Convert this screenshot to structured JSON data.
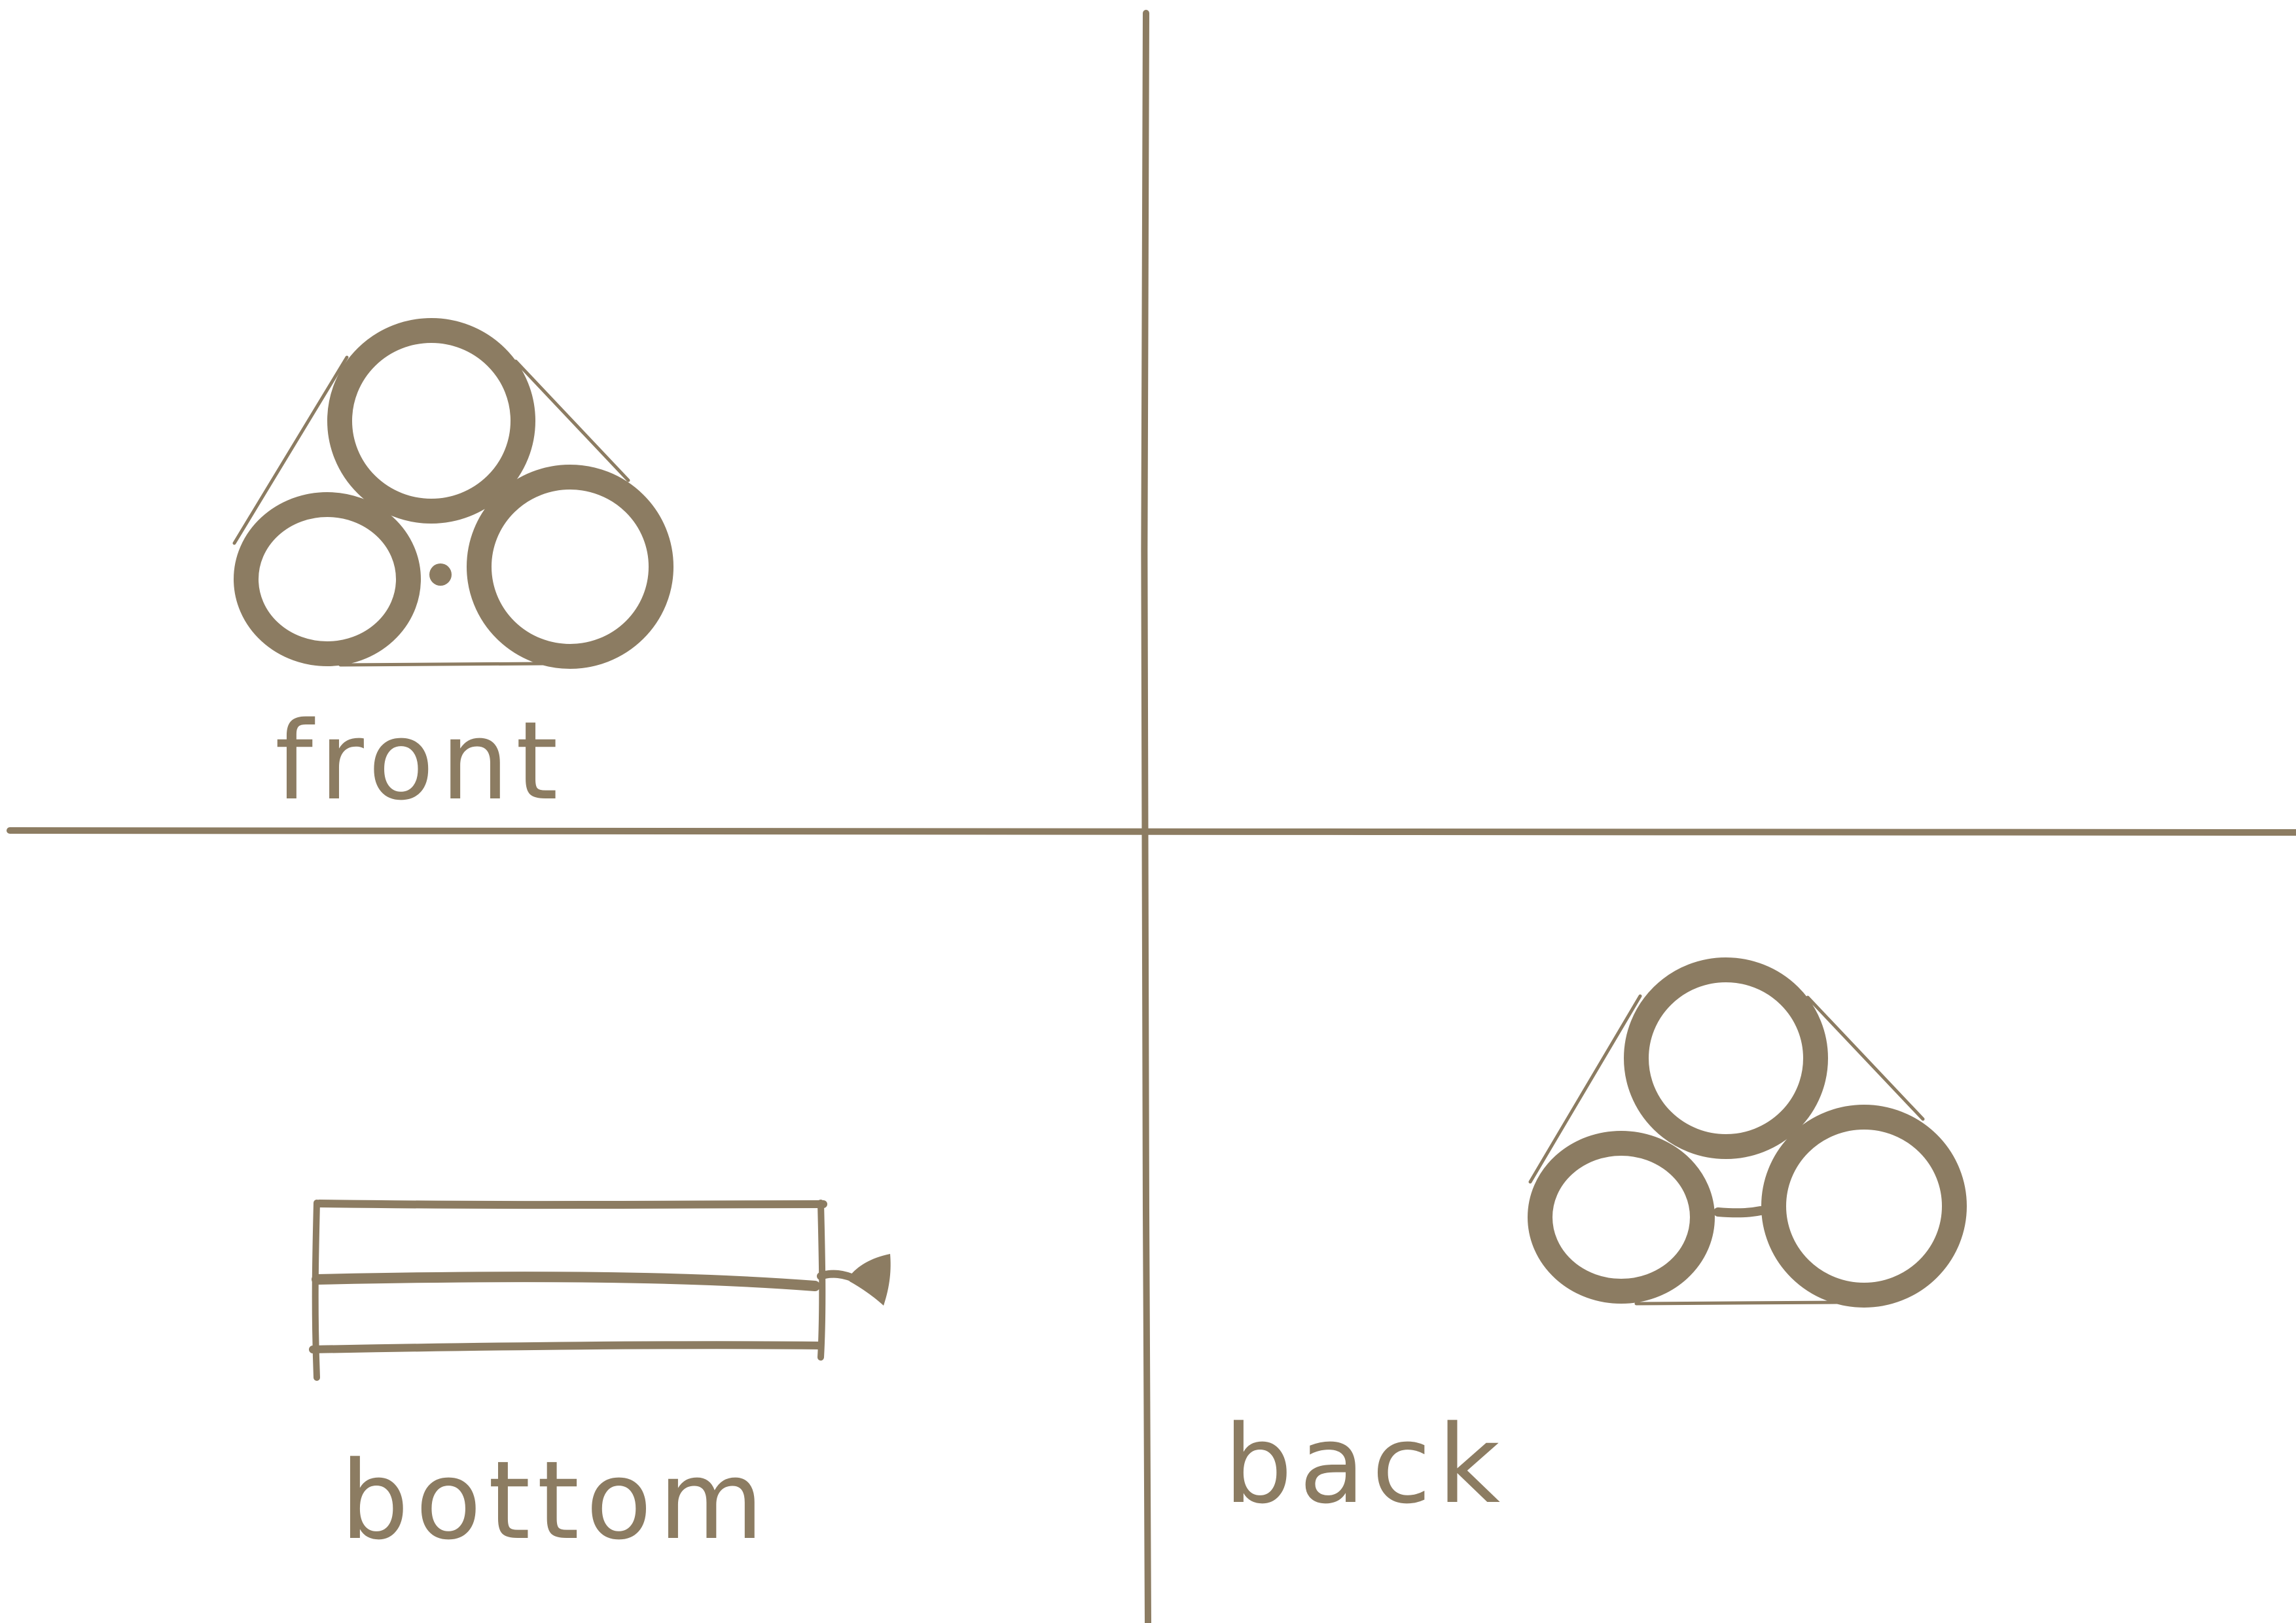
{
  "diagram": {
    "ink_color": "#8c7c62",
    "background_color": "#ffffff",
    "labels": {
      "front": "front",
      "bottom": "bottom",
      "back": "back"
    }
  }
}
